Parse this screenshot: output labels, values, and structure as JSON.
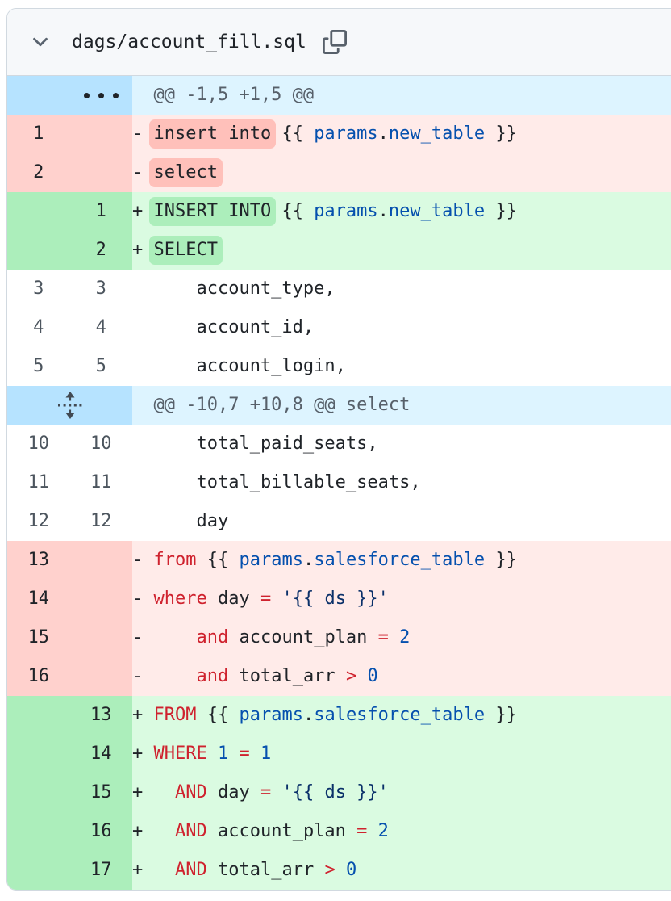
{
  "file": {
    "name": "dags/account_fill.sql"
  },
  "icons": {
    "header_collapse": "chevron-down-icon",
    "header_copy": "copy-icon",
    "hunk_first": "kebab-dots-icon",
    "hunk_expand": "expand-up-down-icon"
  },
  "colors": {
    "header_bg": "#f6f8fa",
    "border": "#d1d9e0",
    "hunk_gutter_bg": "#b6e3ff",
    "hunk_line_bg": "#ddf4ff",
    "deletion_gutter_bg": "#ffd1cd",
    "deletion_line_bg": "#ffebe9",
    "deletion_word_bg": "#ffc0ba",
    "addition_gutter_bg": "#aceebb",
    "addition_line_bg": "#dafbe1",
    "addition_word_bg": "#aceebb",
    "keyword_red": "#cf222e",
    "constant_blue": "#0550ae",
    "string_navy": "#0a3069",
    "code_text": "#1f2328",
    "muted_text": "#57606a"
  },
  "diff": {
    "rows": [
      {
        "type": "hunk",
        "gutter": "dots",
        "old": "",
        "new": "",
        "segs": [
          [
            "h",
            "  @@ -1,5 +1,5 @@"
          ]
        ]
      },
      {
        "type": "del",
        "old": "1",
        "new": "",
        "segs": [
          [
            "d",
            "- "
          ],
          [
            "wd",
            "insert into"
          ],
          [
            "d",
            " {{ "
          ],
          [
            "v",
            "params"
          ],
          [
            "d",
            "."
          ],
          [
            "v",
            "new_table"
          ],
          [
            "d",
            " }}"
          ]
        ]
      },
      {
        "type": "del",
        "old": "2",
        "new": "",
        "segs": [
          [
            "d",
            "- "
          ],
          [
            "wd",
            "select"
          ]
        ]
      },
      {
        "type": "add",
        "old": "",
        "new": "1",
        "segs": [
          [
            "d",
            "+ "
          ],
          [
            "wa",
            "INSERT INTO"
          ],
          [
            "d",
            " {{ "
          ],
          [
            "v",
            "params"
          ],
          [
            "d",
            "."
          ],
          [
            "v",
            "new_table"
          ],
          [
            "d",
            " }}"
          ]
        ]
      },
      {
        "type": "add",
        "old": "",
        "new": "2",
        "segs": [
          [
            "d",
            "+ "
          ],
          [
            "wa",
            "SELECT"
          ]
        ]
      },
      {
        "type": "ctx",
        "old": "3",
        "new": "3",
        "segs": [
          [
            "d",
            "      account_type,"
          ]
        ]
      },
      {
        "type": "ctx",
        "old": "4",
        "new": "4",
        "segs": [
          [
            "d",
            "      account_id,"
          ]
        ]
      },
      {
        "type": "ctx",
        "old": "5",
        "new": "5",
        "segs": [
          [
            "d",
            "      account_login,"
          ]
        ]
      },
      {
        "type": "hunk",
        "gutter": "expander",
        "old": "",
        "new": "",
        "segs": [
          [
            "h",
            "  @@ -10,7 +10,8 @@ select"
          ]
        ]
      },
      {
        "type": "ctx",
        "old": "10",
        "new": "10",
        "segs": [
          [
            "d",
            "      total_paid_seats,"
          ]
        ]
      },
      {
        "type": "ctx",
        "old": "11",
        "new": "11",
        "segs": [
          [
            "d",
            "      total_billable_seats,"
          ]
        ]
      },
      {
        "type": "ctx",
        "old": "12",
        "new": "12",
        "segs": [
          [
            "d",
            "      day"
          ]
        ]
      },
      {
        "type": "del",
        "old": "13",
        "new": "",
        "segs": [
          [
            "d",
            "- "
          ],
          [
            "k",
            "from"
          ],
          [
            "d",
            " {{ "
          ],
          [
            "v",
            "params"
          ],
          [
            "d",
            "."
          ],
          [
            "v",
            "salesforce_table"
          ],
          [
            "d",
            " }}"
          ]
        ]
      },
      {
        "type": "del",
        "old": "14",
        "new": "",
        "segs": [
          [
            "d",
            "- "
          ],
          [
            "k",
            "where"
          ],
          [
            "d",
            " day "
          ],
          [
            "k",
            "="
          ],
          [
            "d",
            " "
          ],
          [
            "s",
            "'{{ ds }}'"
          ]
        ]
      },
      {
        "type": "del",
        "old": "15",
        "new": "",
        "segs": [
          [
            "d",
            "-     "
          ],
          [
            "k",
            "and"
          ],
          [
            "d",
            " account_plan "
          ],
          [
            "k",
            "="
          ],
          [
            "d",
            " "
          ],
          [
            "v",
            "2"
          ]
        ]
      },
      {
        "type": "del",
        "old": "16",
        "new": "",
        "segs": [
          [
            "d",
            "-     "
          ],
          [
            "k",
            "and"
          ],
          [
            "d",
            " total_arr "
          ],
          [
            "k",
            ">"
          ],
          [
            "d",
            " "
          ],
          [
            "v",
            "0"
          ]
        ]
      },
      {
        "type": "add",
        "old": "",
        "new": "13",
        "segs": [
          [
            "d",
            "+ "
          ],
          [
            "k",
            "FROM"
          ],
          [
            "d",
            " {{ "
          ],
          [
            "v",
            "params"
          ],
          [
            "d",
            "."
          ],
          [
            "v",
            "salesforce_table"
          ],
          [
            "d",
            " }}"
          ]
        ]
      },
      {
        "type": "add",
        "old": "",
        "new": "14",
        "segs": [
          [
            "d",
            "+ "
          ],
          [
            "k",
            "WHERE"
          ],
          [
            "d",
            " "
          ],
          [
            "v",
            "1"
          ],
          [
            "d",
            " "
          ],
          [
            "k",
            "="
          ],
          [
            "d",
            " "
          ],
          [
            "v",
            "1"
          ]
        ]
      },
      {
        "type": "add",
        "old": "",
        "new": "15",
        "segs": [
          [
            "d",
            "+   "
          ],
          [
            "k",
            "AND"
          ],
          [
            "d",
            " day "
          ],
          [
            "k",
            "="
          ],
          [
            "d",
            " "
          ],
          [
            "s",
            "'{{ ds }}'"
          ]
        ]
      },
      {
        "type": "add",
        "old": "",
        "new": "16",
        "segs": [
          [
            "d",
            "+   "
          ],
          [
            "k",
            "AND"
          ],
          [
            "d",
            " account_plan "
          ],
          [
            "k",
            "="
          ],
          [
            "d",
            " "
          ],
          [
            "v",
            "2"
          ]
        ]
      },
      {
        "type": "add",
        "old": "",
        "new": "17",
        "segs": [
          [
            "d",
            "+   "
          ],
          [
            "k",
            "AND"
          ],
          [
            "d",
            " total_arr "
          ],
          [
            "k",
            ">"
          ],
          [
            "d",
            " "
          ],
          [
            "v",
            "0"
          ]
        ]
      }
    ]
  }
}
